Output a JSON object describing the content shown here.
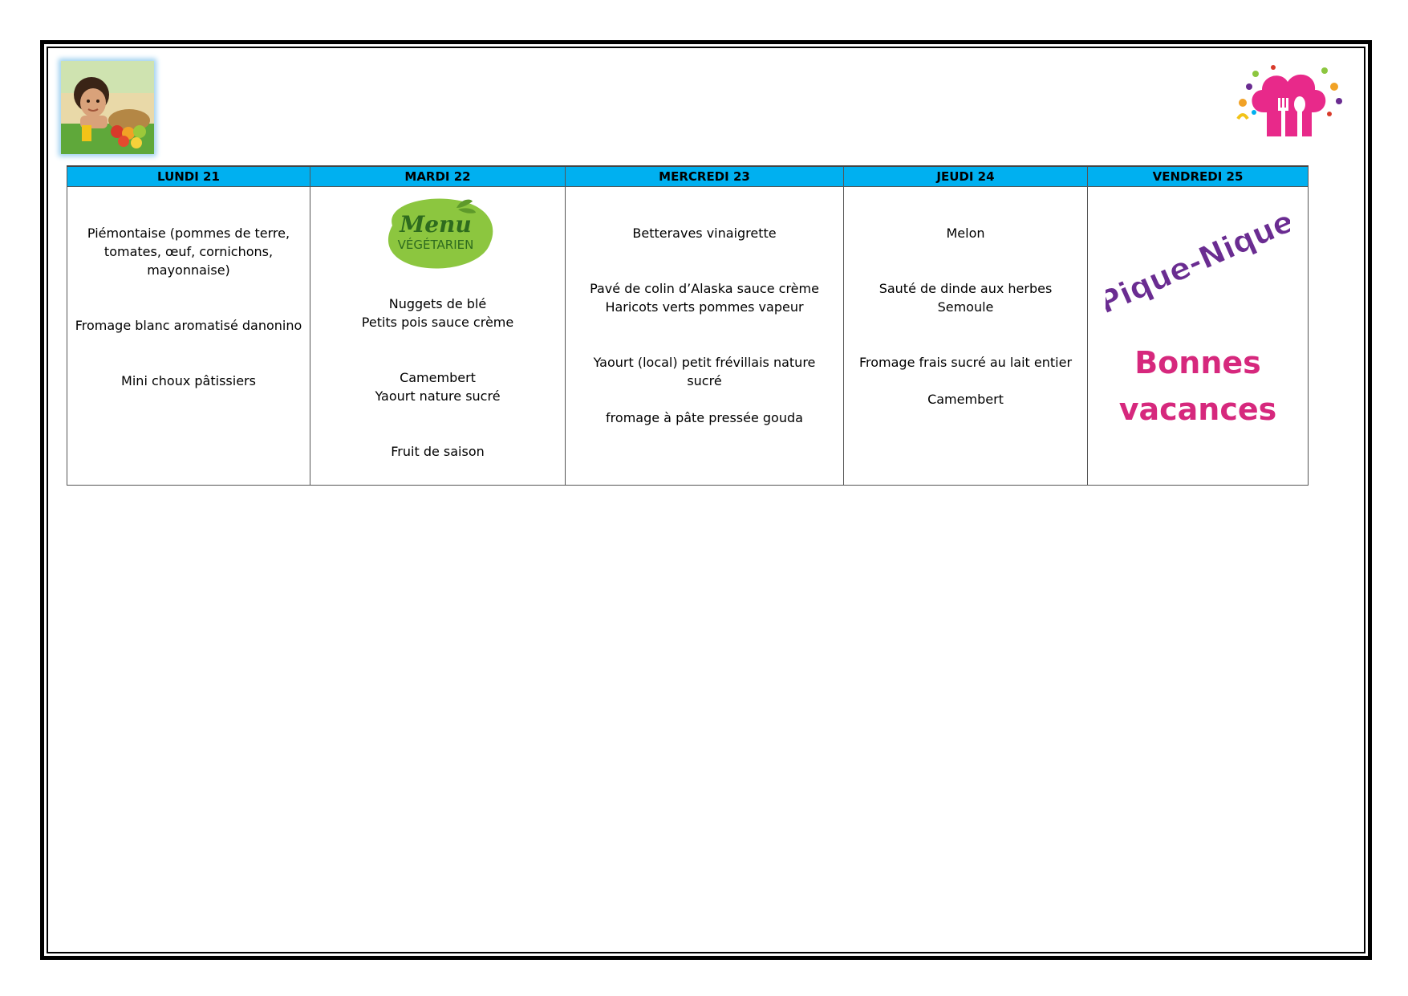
{
  "days": [
    {
      "header": "LUNDI 21",
      "items": [
        "Piémontaise (pommes de terre, tomates, œuf, cornichons, mayonnaise)",
        "Fromage blanc aromatisé danonino",
        "Mini choux pâtissiers"
      ]
    },
    {
      "header": "MARDI 22",
      "badge": {
        "line1": "Menu",
        "line2": "VÉGÉTARIEN"
      },
      "items": [
        "Nuggets de blé",
        "Petits pois sauce crème",
        "Camembert",
        "Yaourt nature sucré",
        "Fruit de saison"
      ]
    },
    {
      "header": "MERCREDI 23",
      "items": [
        "Betteraves vinaigrette",
        "Pavé de colin d’Alaska sauce crème",
        "Haricots verts pommes vapeur",
        "Yaourt (local) petit frévillais nature sucré",
        "fromage à pâte pressée gouda"
      ]
    },
    {
      "header": "JEUDI 24",
      "items": [
        "Melon",
        "Sauté de dinde aux herbes",
        "Semoule",
        "Fromage frais sucré au lait entier",
        "Camembert"
      ]
    },
    {
      "header": "VENDREDI 25",
      "pique_nique": "Pique-Nique",
      "bonnes_line1": "Bonnes",
      "bonnes_line2": "vacances"
    }
  ],
  "colors": {
    "header_bg": "#00b0f0",
    "veg_green": "#8cc63f",
    "pique_purple": "#6a2c91",
    "bonnes_pink": "#d6287d",
    "logo_pink": "#e8298a"
  },
  "icons": [
    "child-fruit-photo",
    "chef-hat-cutlery-logo"
  ]
}
